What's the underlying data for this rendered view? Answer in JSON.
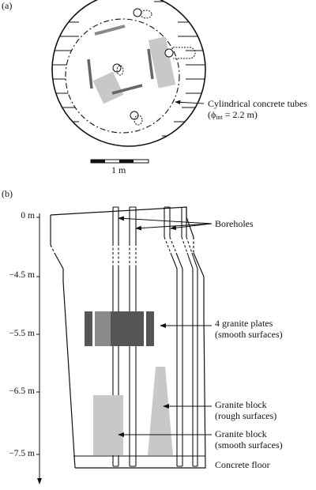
{
  "panel_a": {
    "tag": "(a)",
    "tube_label": "Cylindrical concrete tubes",
    "tube_dim_prefix": "(ϕ",
    "tube_dim_sub": "int",
    "tube_dim_suffix": " = 2.2 m)",
    "scale_label": "1 m"
  },
  "panel_b": {
    "tag": "(b)",
    "depth_ticks": [
      "0 m",
      "−4.5 m",
      "−5.5 m",
      "−6.5 m",
      "−7.5 m"
    ],
    "labels": {
      "boreholes": "Boreholes",
      "plates_line1": "4 granite plates",
      "plates_line2": "(smooth surfaces)",
      "rough_line1": "Granite block",
      "rough_line2": "(rough surfaces)",
      "smooth_line1": "Granite block",
      "smooth_line2": "(smooth surfaces)",
      "floor": "Concrete floor"
    }
  },
  "colors": {
    "light_gray": "#c8c8c8",
    "mid_gray": "#8a8a8a",
    "dark_gray": "#555555",
    "line": "#111111"
  }
}
